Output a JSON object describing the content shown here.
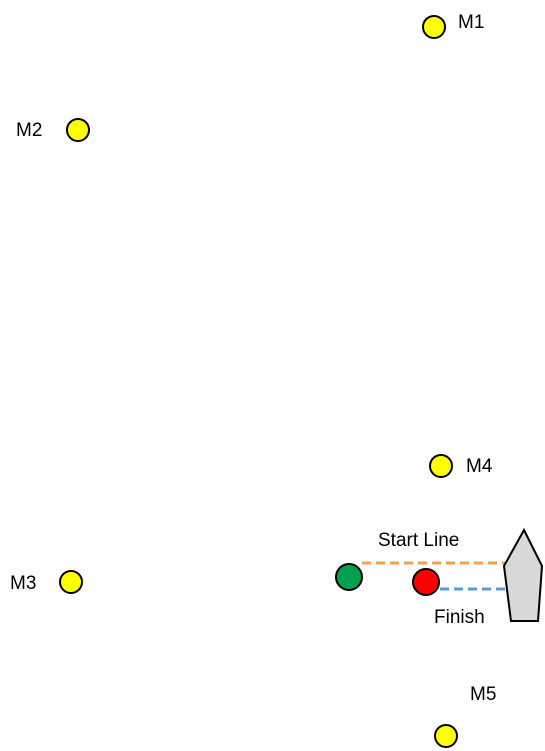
{
  "marks": {
    "m1": {
      "label": "M1"
    },
    "m2": {
      "label": "M2"
    },
    "m3": {
      "label": "M3"
    },
    "m4": {
      "label": "M4"
    },
    "m5": {
      "label": "M5"
    }
  },
  "start_line": {
    "label": "Start Line"
  },
  "finish_line": {
    "label": "Finish"
  },
  "colors": {
    "mark_fill": "#ffff00",
    "pin_start": "#00a050",
    "pin_finish": "#ff0000",
    "start_line": "#f5a050",
    "finish_line": "#5b9bd5",
    "committee_boat": "#d9d9d9",
    "outline": "#000000"
  }
}
